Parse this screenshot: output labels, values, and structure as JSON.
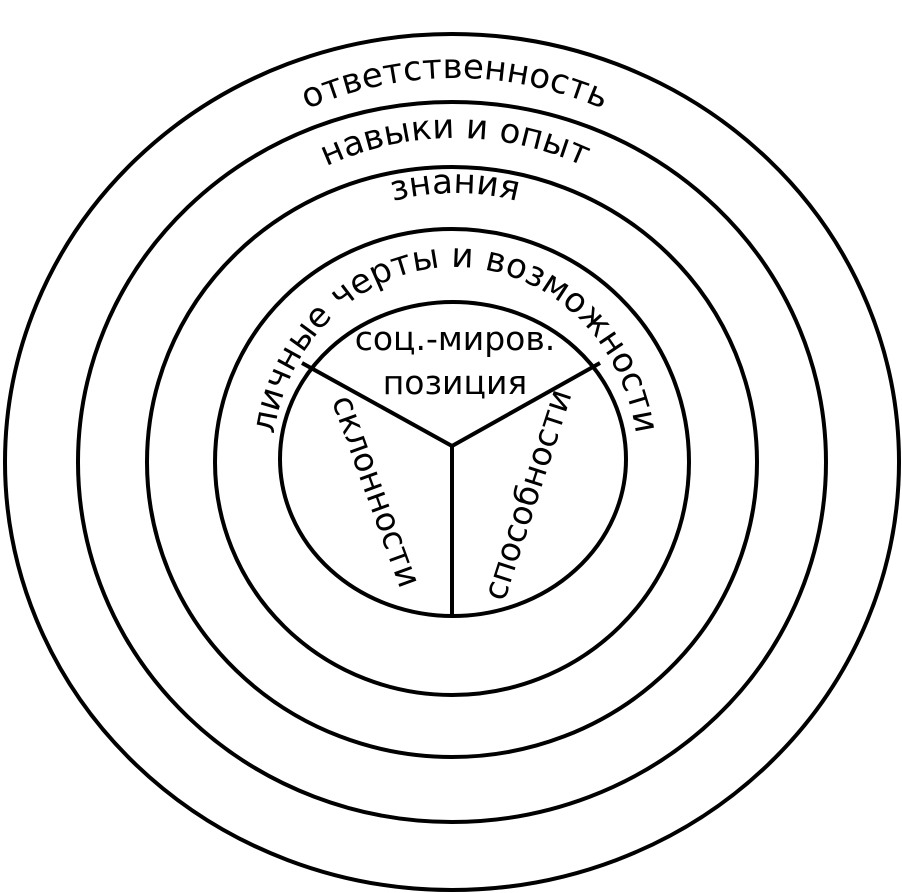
{
  "diagram": {
    "type": "concentric-circles",
    "rings": [
      {
        "label": "ответственность"
      },
      {
        "label": "навыки и опыт"
      },
      {
        "label": "знания"
      },
      {
        "label": "личные черты и возможности"
      }
    ],
    "core": {
      "sectors": [
        {
          "label_line1": "соц.-миров.",
          "label_line2": "позиция"
        },
        {
          "label": "склонности"
        },
        {
          "label": "способности"
        }
      ]
    },
    "colors": {
      "stroke": "#000000",
      "background": "#ffffff",
      "text": "#000000"
    }
  }
}
